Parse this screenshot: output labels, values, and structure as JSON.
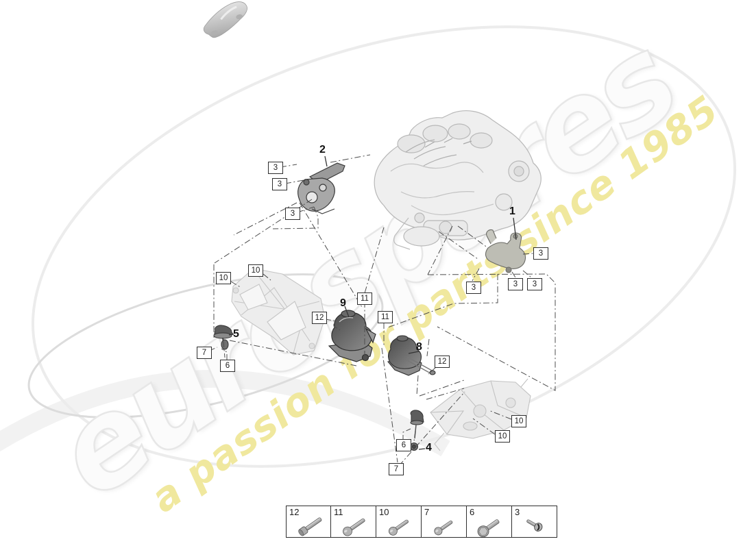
{
  "watermark": {
    "brand": "eurospares",
    "tagline": "a passion for parts since 1985",
    "brand_fill": "#fbfbfb",
    "brand_outline": "#e7e7e7",
    "tagline_color": "#f0e89e"
  },
  "diagram": {
    "title_hint": "engine mounting parts diagram",
    "line_color": "#4d4d4d",
    "part_dark_color": "#5d5d5d",
    "sketch_light_color": "#c4c4c4",
    "callouts": {
      "boxed": [
        {
          "label": "3"
        },
        {
          "label": "3"
        },
        {
          "label": "3"
        },
        {
          "label": "3"
        },
        {
          "label": "3"
        },
        {
          "label": "3"
        },
        {
          "label": "3"
        },
        {
          "label": "10"
        },
        {
          "label": "10"
        },
        {
          "label": "10"
        },
        {
          "label": "10"
        },
        {
          "label": "11"
        },
        {
          "label": "11"
        },
        {
          "label": "12"
        },
        {
          "label": "12"
        },
        {
          "label": "7"
        },
        {
          "label": "6"
        },
        {
          "label": "6"
        },
        {
          "label": "7"
        }
      ],
      "plain": [
        {
          "label": "1"
        },
        {
          "label": "2"
        },
        {
          "label": "4"
        },
        {
          "label": "5"
        },
        {
          "label": "8"
        },
        {
          "label": "9"
        }
      ]
    }
  },
  "legend": {
    "items": [
      {
        "number": "12",
        "icon": "socket-head-bolt-icon"
      },
      {
        "number": "11",
        "icon": "pan-head-bolt-icon"
      },
      {
        "number": "10",
        "icon": "pan-head-bolt-icon"
      },
      {
        "number": "7",
        "icon": "pan-head-bolt-icon"
      },
      {
        "number": "6",
        "icon": "flanged-hex-bolt-icon"
      },
      {
        "number": "3",
        "icon": "self-tapping-screw-icon"
      }
    ]
  }
}
